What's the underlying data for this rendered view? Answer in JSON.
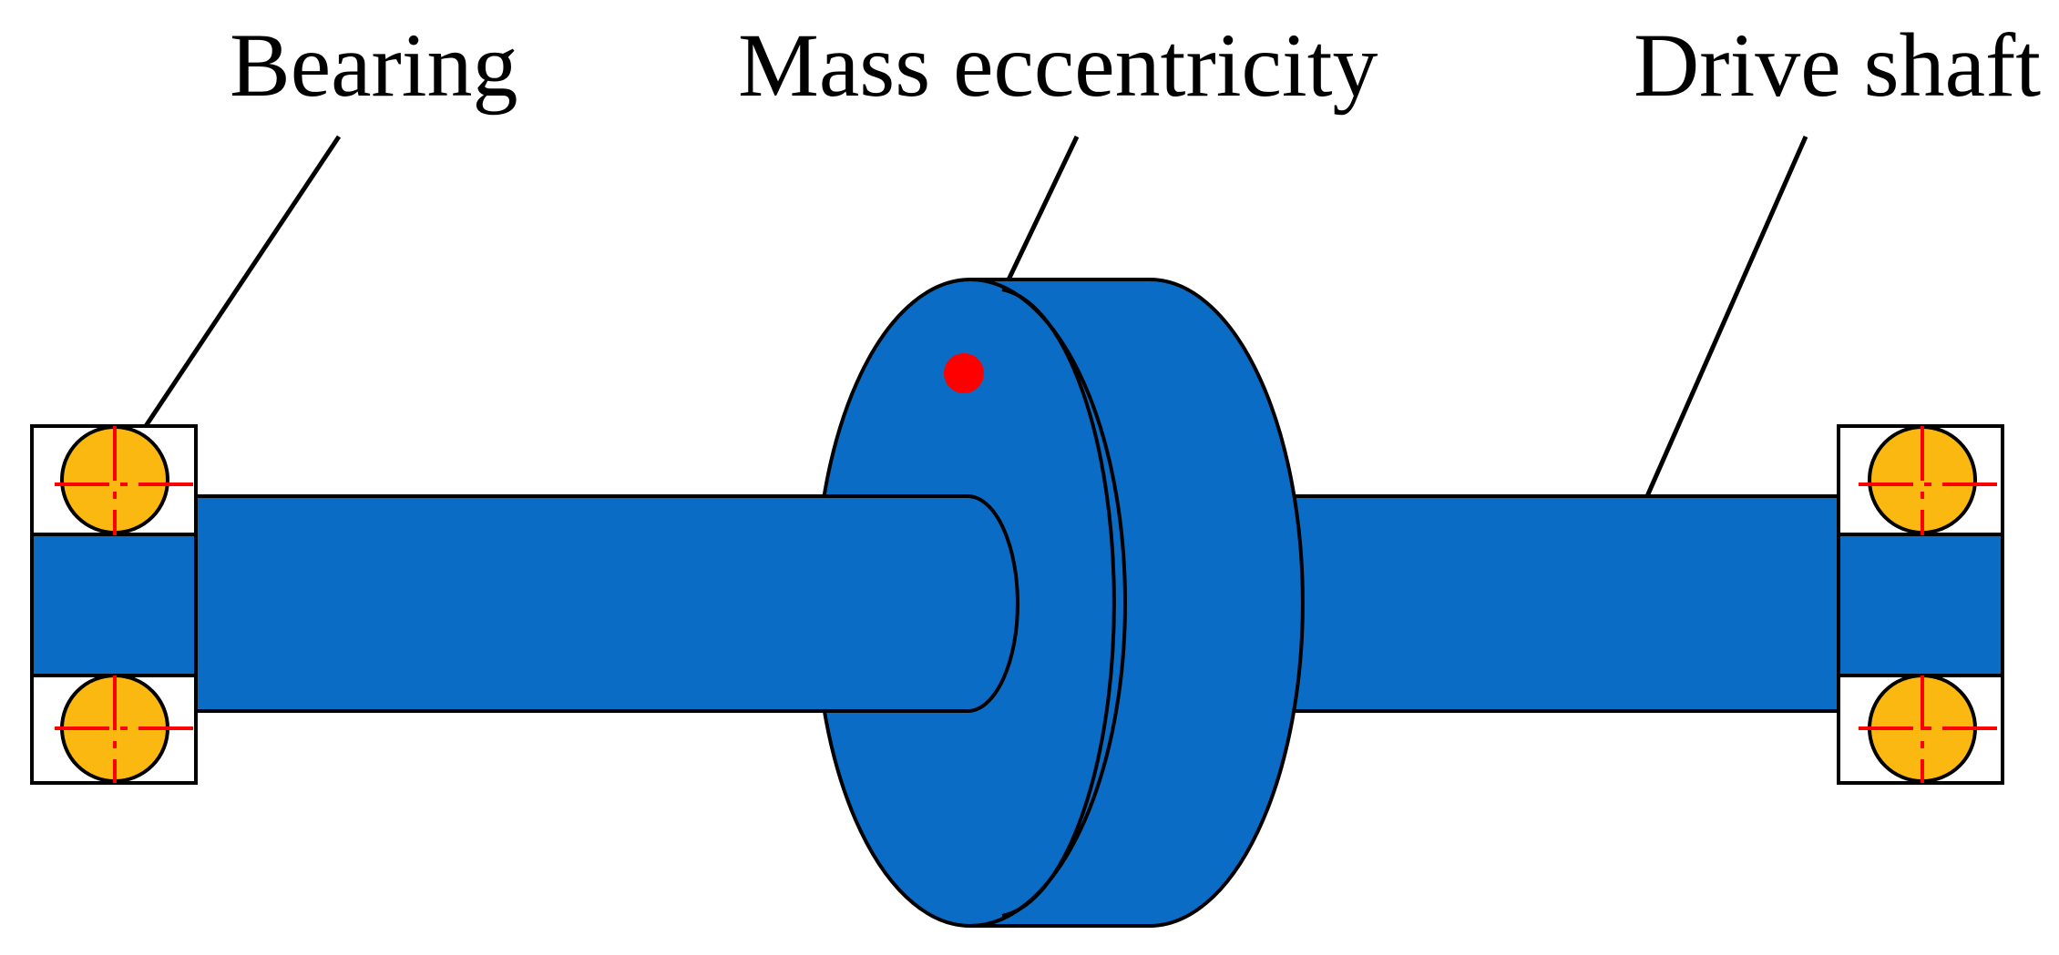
{
  "labels": {
    "bearing": "Bearing",
    "mass_eccentricity": "Mass eccentricity",
    "drive_shaft": "Drive shaft"
  },
  "colors": {
    "shaft": "#0a6cc4",
    "bearing_ball": "#fbb810",
    "centerline": "#ff0000",
    "eccentric_mass": "#ff0000",
    "outline": "#000000",
    "background": "#ffffff"
  }
}
